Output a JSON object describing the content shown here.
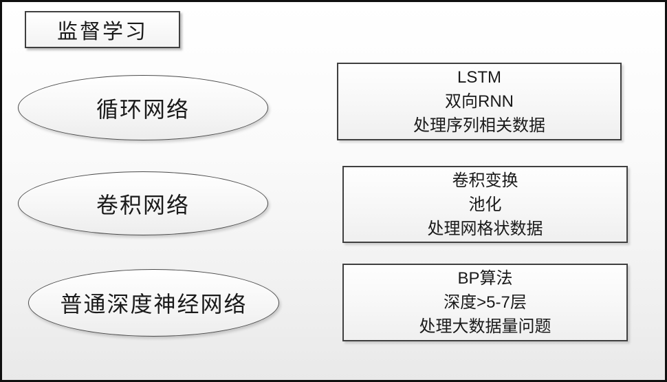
{
  "diagram": {
    "title": "监督学习",
    "rows": [
      {
        "node": "循环网络",
        "details": [
          "LSTM",
          "双向RNN",
          "处理序列相关数据"
        ]
      },
      {
        "node": "卷积网络",
        "details": [
          "卷积变换",
          "池化",
          "处理网格状数据"
        ]
      },
      {
        "node": "普通深度神经网络",
        "details": [
          "BP算法",
          "深度>5-7层",
          "处理大数据量问题"
        ]
      }
    ],
    "colors": {
      "canvas_border": "#101010",
      "shape_border": "#3f3f3f",
      "shape_fill_top": "#ffffff",
      "shape_fill_bottom": "#ededed",
      "text": "#1a1a1a"
    }
  }
}
